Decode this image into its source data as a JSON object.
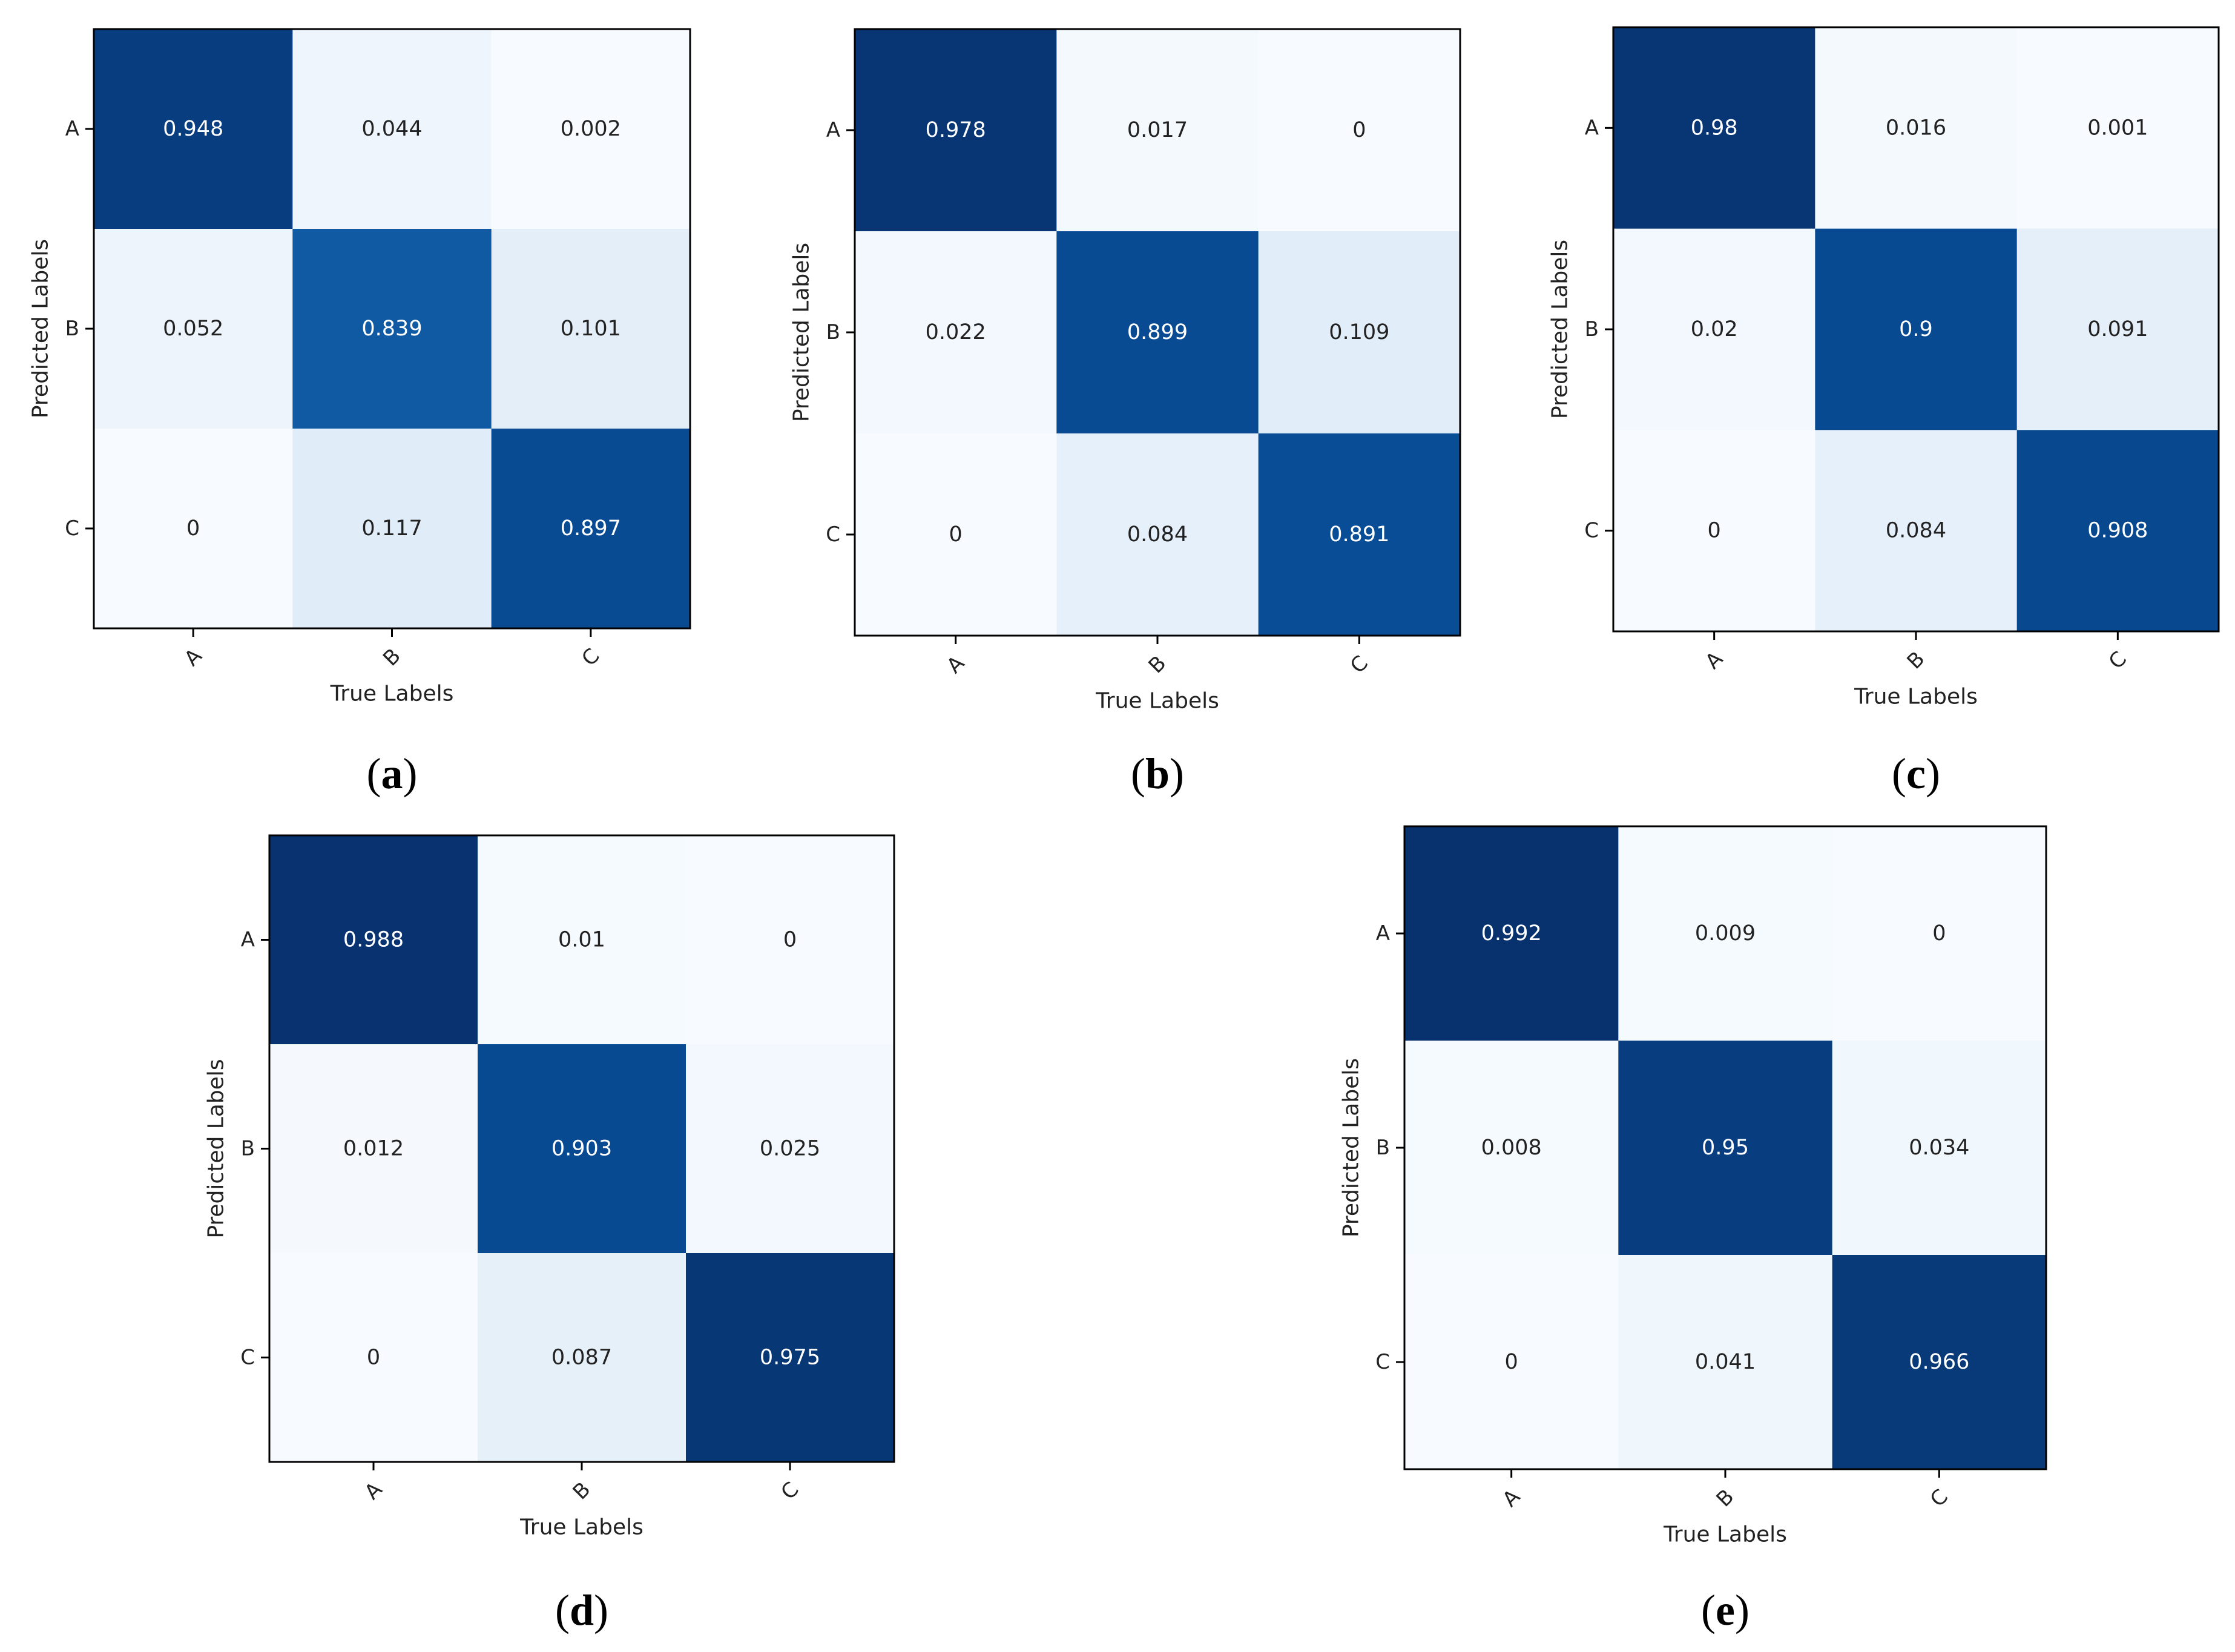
{
  "chart_data": [
    {
      "type": "heatmap",
      "panel": "a",
      "caption": "a",
      "xlabel": "True Labels",
      "ylabel": "Predicted Labels",
      "x_categories": [
        "A",
        "B",
        "C"
      ],
      "y_categories": [
        "A",
        "B",
        "C"
      ],
      "values": [
        [
          0.948,
          0.044,
          0.002
        ],
        [
          0.052,
          0.839,
          0.101
        ],
        [
          0,
          0.117,
          0.897
        ]
      ],
      "colormap": "Blues",
      "vrange": [
        0,
        1
      ]
    },
    {
      "type": "heatmap",
      "panel": "b",
      "caption": "b",
      "xlabel": "True Labels",
      "ylabel": "Predicted Labels",
      "x_categories": [
        "A",
        "B",
        "C"
      ],
      "y_categories": [
        "A",
        "B",
        "C"
      ],
      "values": [
        [
          0.978,
          0.017,
          0
        ],
        [
          0.022,
          0.899,
          0.109
        ],
        [
          0,
          0.084,
          0.891
        ]
      ],
      "colormap": "Blues",
      "vrange": [
        0,
        1
      ]
    },
    {
      "type": "heatmap",
      "panel": "c",
      "caption": "c",
      "xlabel": "True Labels",
      "ylabel": "Predicted Labels",
      "x_categories": [
        "A",
        "B",
        "C"
      ],
      "y_categories": [
        "A",
        "B",
        "C"
      ],
      "values": [
        [
          0.98,
          0.016,
          0.001
        ],
        [
          0.02,
          0.9,
          0.091
        ],
        [
          0,
          0.084,
          0.908
        ]
      ],
      "colormap": "Blues",
      "vrange": [
        0,
        1
      ]
    },
    {
      "type": "heatmap",
      "panel": "d",
      "caption": "d",
      "xlabel": "True Labels",
      "ylabel": "Predicted Labels",
      "x_categories": [
        "A",
        "B",
        "C"
      ],
      "y_categories": [
        "A",
        "B",
        "C"
      ],
      "values": [
        [
          0.988,
          0.01,
          0
        ],
        [
          0.012,
          0.903,
          0.025
        ],
        [
          0,
          0.087,
          0.975
        ]
      ],
      "colormap": "Blues",
      "vrange": [
        0,
        1
      ]
    },
    {
      "type": "heatmap",
      "panel": "e",
      "caption": "e",
      "xlabel": "True Labels",
      "ylabel": "Predicted Labels",
      "x_categories": [
        "A",
        "B",
        "C"
      ],
      "y_categories": [
        "A",
        "B",
        "C"
      ],
      "values": [
        [
          0.992,
          0.009,
          0
        ],
        [
          0.008,
          0.95,
          0.034
        ],
        [
          0,
          0.041,
          0.966
        ]
      ],
      "colormap": "Blues",
      "vrange": [
        0,
        1
      ]
    }
  ]
}
